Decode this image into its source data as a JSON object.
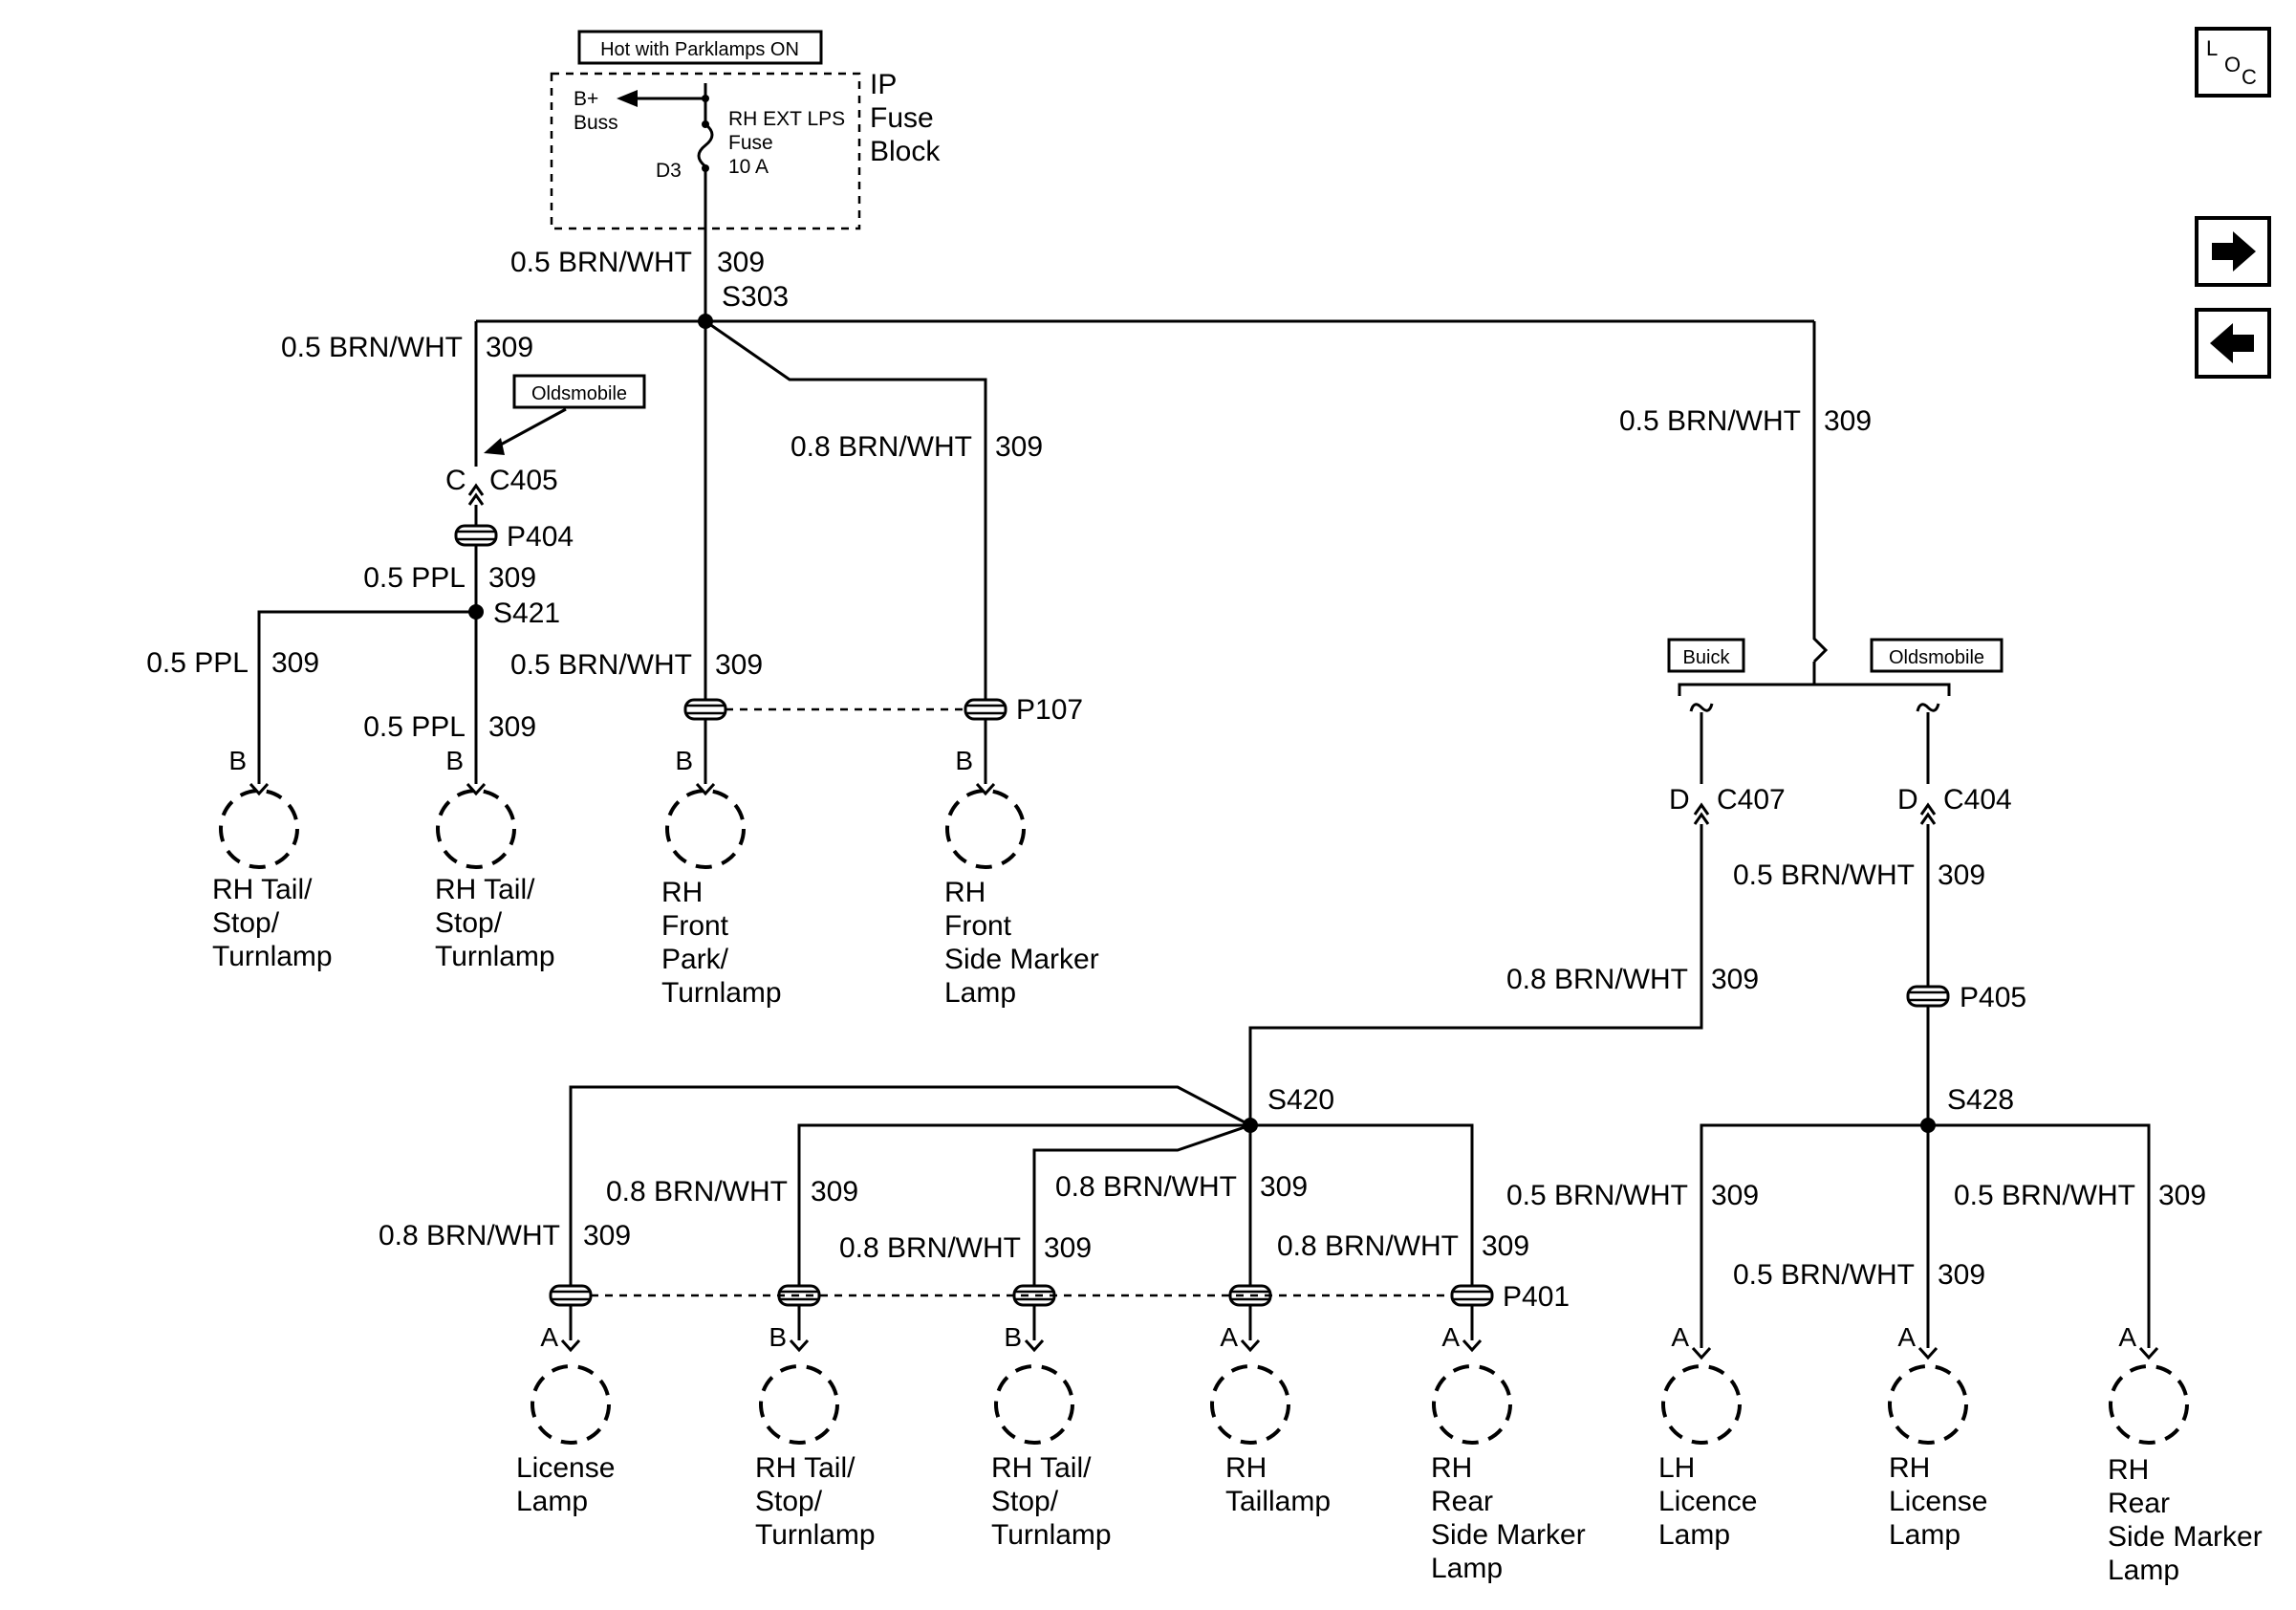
{
  "fuse_block": {
    "header": "Hot with Parklamps ON",
    "name_lines": [
      "IP",
      "Fuse",
      "Block"
    ],
    "buss_lines": [
      "B+",
      "Buss"
    ],
    "fuse_lines": [
      "RH EXT LPS",
      "Fuse",
      "10 A"
    ],
    "terminal": "D3"
  },
  "wires": {
    "main": {
      "label": "0.5 BRN/WHT",
      "circuit": "309"
    },
    "left_branch": {
      "label": "0.5 BRN/WHT",
      "circuit": "309"
    },
    "front_side_marker": {
      "label": "0.8 BRN/WHT",
      "circuit": "309"
    },
    "right_branch": {
      "label": "0.5 BRN/WHT",
      "circuit": "309"
    },
    "ppl_main": {
      "label": "0.5 PPL",
      "circuit": "309"
    },
    "ppl_left": {
      "label": "0.5 PPL",
      "circuit": "309"
    },
    "ppl_right": {
      "label": "0.5 PPL",
      "circuit": "309"
    },
    "front_park": {
      "label": "0.5 BRN/WHT",
      "circuit": "309"
    },
    "c404_out": {
      "label": "0.5 BRN/WHT",
      "circuit": "309"
    },
    "c407_out": {
      "label": "0.8 BRN/WHT",
      "circuit": "309"
    },
    "s420_b1": {
      "label": "0.8 BRN/WHT",
      "circuit": "309"
    },
    "s420_b2": {
      "label": "0.8 BRN/WHT",
      "circuit": "309"
    },
    "s420_b3": {
      "label": "0.8 BRN/WHT",
      "circuit": "309"
    },
    "s420_b4": {
      "label": "0.8 BRN/WHT",
      "circuit": "309"
    },
    "s420_b5": {
      "label": "0.8 BRN/WHT",
      "circuit": "309"
    },
    "s428_b1": {
      "label": "0.5 BRN/WHT",
      "circuit": "309"
    },
    "s428_b2": {
      "label": "0.5 BRN/WHT",
      "circuit": "309"
    },
    "s428_b3": {
      "label": "0.5 BRN/WHT",
      "circuit": "309"
    }
  },
  "splices": {
    "s303": "S303",
    "s421": "S421",
    "s420": "S420",
    "s428": "S428"
  },
  "connectors": {
    "c405": "C405",
    "c405_pin": "C",
    "p404": "P404",
    "p107": "P107",
    "c407": "C407",
    "c407_pin": "D",
    "c404": "C404",
    "c404_pin": "D",
    "p405": "P405",
    "p401": "P401"
  },
  "notes": {
    "oldsmobile_left": "Oldsmobile",
    "buick": "Buick",
    "oldsmobile_right": "Oldsmobile"
  },
  "lamps": [
    {
      "pin": "B",
      "lines": [
        "RH Tail/",
        "Stop/",
        "Turnlamp"
      ]
    },
    {
      "pin": "B",
      "lines": [
        "RH Tail/",
        "Stop/",
        "Turnlamp"
      ]
    },
    {
      "pin": "B",
      "lines": [
        "RH",
        "Front",
        "Park/",
        "Turnlamp"
      ]
    },
    {
      "pin": "B",
      "lines": [
        "RH",
        "Front",
        "Side Marker",
        "Lamp"
      ]
    },
    {
      "pin": "A",
      "lines": [
        "License",
        "Lamp"
      ]
    },
    {
      "pin": "B",
      "lines": [
        "RH Tail/",
        "Stop/",
        "Turnlamp"
      ]
    },
    {
      "pin": "B",
      "lines": [
        "RH Tail/",
        "Stop/",
        "Turnlamp"
      ]
    },
    {
      "pin": "A",
      "lines": [
        "RH",
        "Taillamp"
      ]
    },
    {
      "pin": "A",
      "lines": [
        "RH",
        "Rear",
        "Side Marker",
        "Lamp"
      ]
    },
    {
      "pin": "A",
      "lines": [
        "LH",
        "Licence",
        "Lamp"
      ]
    },
    {
      "pin": "A",
      "lines": [
        "RH",
        "License",
        "Lamp"
      ]
    },
    {
      "pin": "A",
      "lines": [
        "RH",
        "Rear",
        "Side Marker",
        "Lamp"
      ]
    }
  ],
  "nav": {
    "loc_main": "L",
    "loc_o": "O",
    "loc_c": "C",
    "next_icon": "arrow-right-icon",
    "prev_icon": "arrow-left-icon"
  }
}
